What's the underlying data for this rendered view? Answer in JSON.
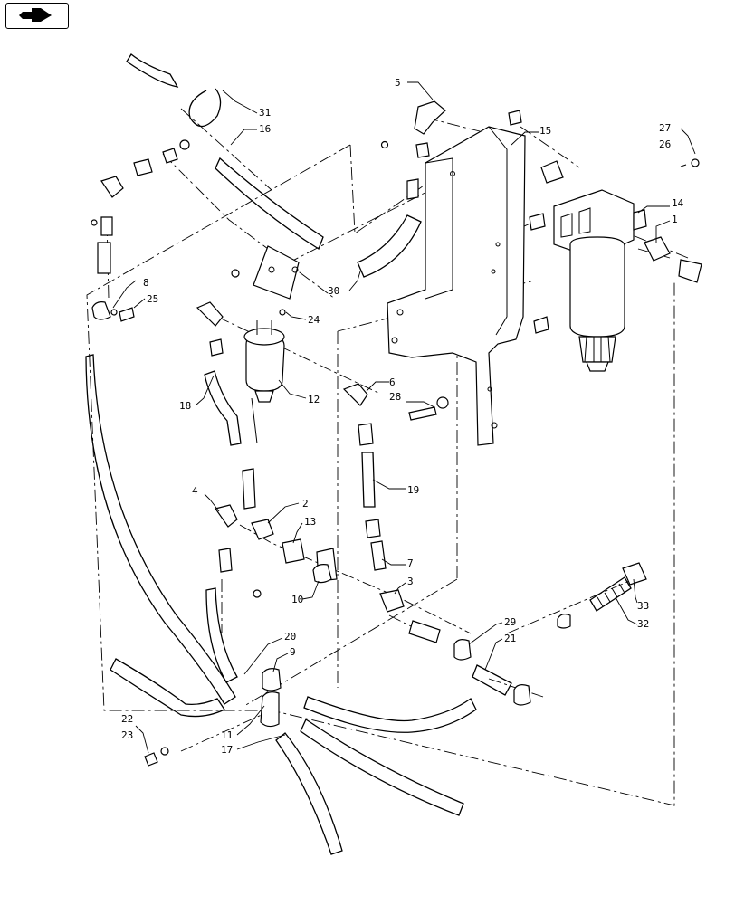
{
  "nav": {
    "icon": "next-page-arrow-icon"
  },
  "callouts": [
    "31",
    "16",
    "5",
    "15",
    "27",
    "26",
    "14",
    "1",
    "30",
    "8",
    "25",
    "24",
    "18",
    "12",
    "6",
    "28",
    "19",
    "4",
    "2",
    "13",
    "7",
    "10",
    "3",
    "20",
    "9",
    "29",
    "21",
    "33",
    "32",
    "22",
    "23",
    "11",
    "17"
  ]
}
